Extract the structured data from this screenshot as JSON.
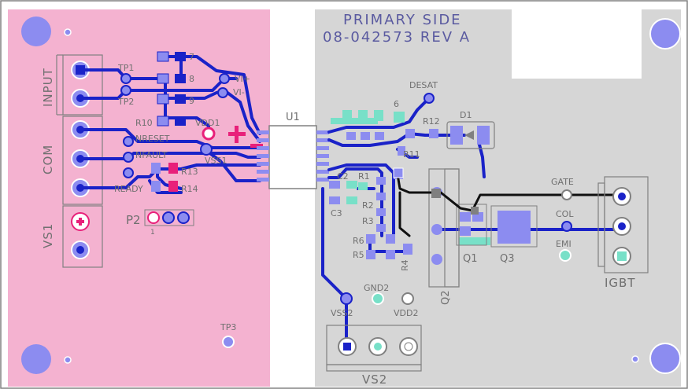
{
  "colors": {
    "pink_region": "#f4b2d0",
    "gray_region": "#d6d6d6",
    "trace_blue": "#1a22c8",
    "pad_blue": "#8c8cf0",
    "pad_teal": "#78e0c8",
    "pad_magenta": "#e8207a",
    "silk": "#707070",
    "title_text": "#5a5aa0",
    "trace_black": "#101010"
  },
  "title": {
    "line1": "PRIMARY SIDE",
    "line2": "08-042573 REV A"
  },
  "connectors": {
    "input": "INPUT",
    "com": "COM",
    "vs1": "VS1",
    "vs2": "VS2",
    "igbt": "IGBT"
  },
  "components": {
    "u1": "U1",
    "d1": "D1",
    "q1": "Q1",
    "q2": "Q2",
    "q3": "Q3",
    "p2": "P2",
    "p2_pin1": "1",
    "tp3": "TP3"
  },
  "nets": {
    "tp1": "TP1",
    "tp2": "TP2",
    "vi_plus": "VI+",
    "vi_minus": "VI-",
    "vdd1": "VDD1",
    "vss1": "VSS1",
    "nreset": "NRESET",
    "nfault": "NFAULT",
    "ready": "READY",
    "desat": "DESAT",
    "gate": "GATE",
    "col": "COL",
    "emi": "EMI",
    "gnd2": "GND2",
    "vss2": "VSS2",
    "vdd2": "VDD2"
  },
  "refdes": {
    "r10": "R10",
    "r13": "R13",
    "r14": "R14",
    "r1": "R1",
    "r2": "R2",
    "r3": "R3",
    "r4": "R4",
    "r5": "R5",
    "r6": "R6",
    "r11": "R11",
    "r12": "R12",
    "c2": "C2",
    "c3": "C3",
    "r7": "7",
    "r8": "8",
    "r9": "9",
    "c6": "6"
  }
}
